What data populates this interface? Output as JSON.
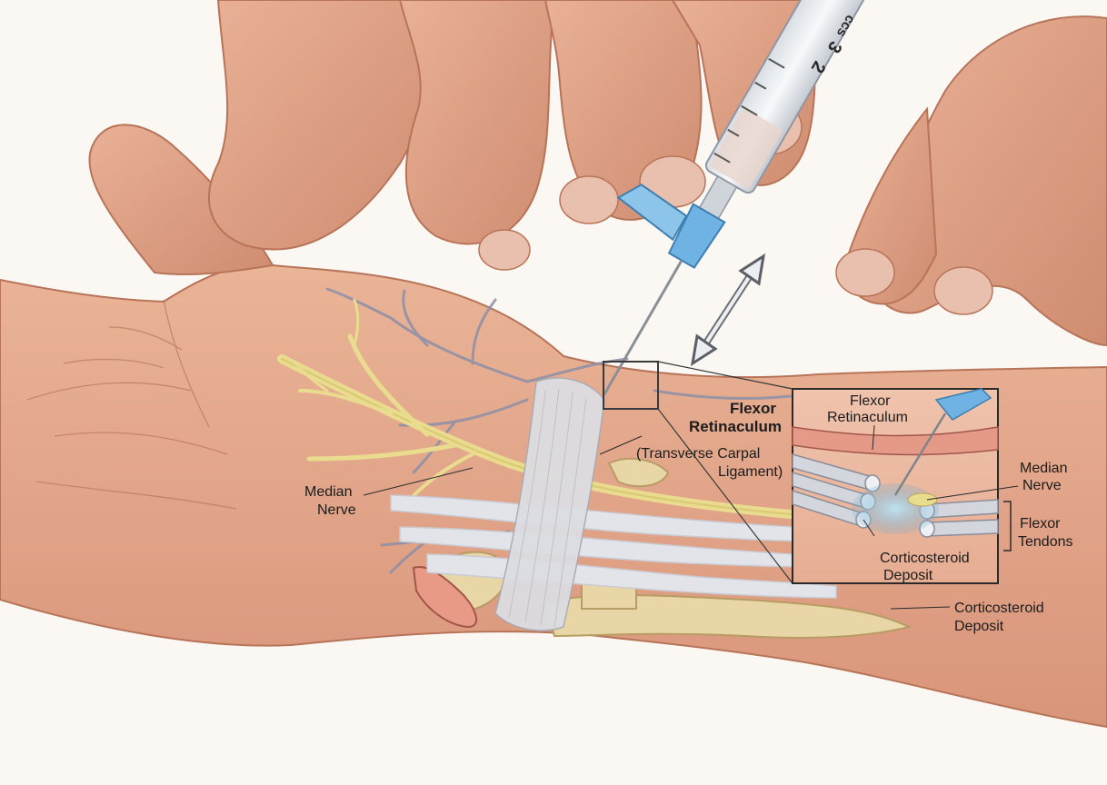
{
  "syringe": {
    "unit": "ccs",
    "marks": [
      "2",
      "3"
    ]
  },
  "labels": {
    "main_flexor_title": "Flexor",
    "main_flexor_title2": "Retinaculum",
    "main_flexor_sub1": "(Transverse Carpal",
    "main_flexor_sub2": "Ligament)",
    "median_nerve_1": "Median",
    "median_nerve_2": "Nerve",
    "cortico_main_1": "Corticosteroid",
    "cortico_main_2": "Deposit"
  },
  "inset": {
    "flexor_retinaculum_1": "Flexor",
    "flexor_retinaculum_2": "Retinaculum",
    "median_nerve_1": "Median",
    "median_nerve_2": "Nerve",
    "flexor_tendons_1": "Flexor",
    "flexor_tendons_2": "Tendons",
    "cortico_1": "Corticosteroid",
    "cortico_2": "Deposit"
  },
  "colors": {
    "skin": "#e4a98d",
    "skin_shadow": "#c98567",
    "nerve": "#e9dc8e",
    "ligament": "#dcdde2",
    "tendon": "#e3e4ea",
    "bone": "#e8d6a6",
    "vessel": "#8d8fa8",
    "hub_blue": "#6fb2e4",
    "deposit": "#7fb9d9"
  }
}
